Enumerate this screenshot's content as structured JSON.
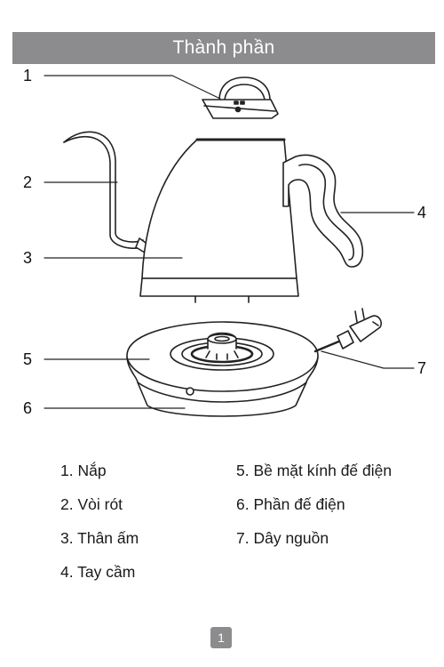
{
  "header": {
    "title": "Thành phần"
  },
  "callouts": [
    {
      "id": "1",
      "label": "1"
    },
    {
      "id": "2",
      "label": "2"
    },
    {
      "id": "3",
      "label": "3"
    },
    {
      "id": "4",
      "label": "4"
    },
    {
      "id": "5",
      "label": "5"
    },
    {
      "id": "6",
      "label": "6"
    },
    {
      "id": "7",
      "label": "7"
    }
  ],
  "legend": {
    "left": [
      "1. Nắp",
      "2. Vòi rót",
      "3. Thân ấm",
      "4. Tay cầm"
    ],
    "right": [
      "5. Bề mặt kính đế điện",
      "6. Phần đế điện",
      "7. Dây nguồn"
    ]
  },
  "footer": {
    "page_number": "1"
  }
}
